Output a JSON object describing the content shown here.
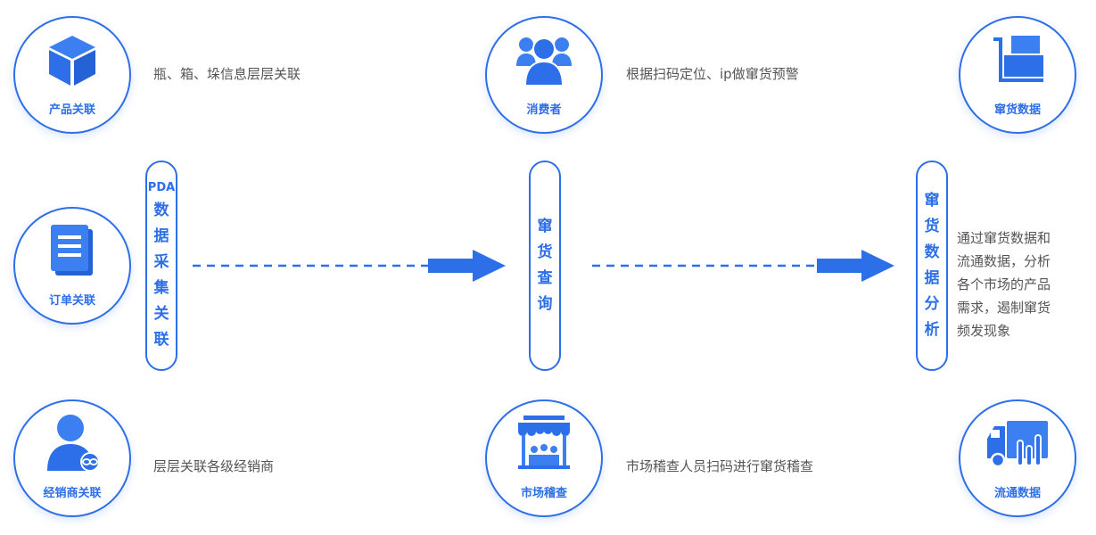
{
  "nodes": {
    "product": {
      "label": "产品关联",
      "desc": "瓶、箱、垛信息层层关联",
      "icon": "cube-icon"
    },
    "order": {
      "label": "订单关联",
      "icon": "document-icon"
    },
    "dealer": {
      "label": "经销商关联",
      "desc": "层层关联各级经销商",
      "icon": "user-link-icon"
    },
    "consumer": {
      "label": "消费者",
      "desc": "根据扫码定位、ip做窜货预警",
      "icon": "users-icon"
    },
    "market": {
      "label": "市场稽查",
      "desc": "市场稽查人员扫码进行窜货稽查",
      "icon": "store-icon"
    },
    "flee_data": {
      "label": "窜货数据",
      "icon": "cart-icon"
    },
    "flow_data": {
      "label": "流通数据",
      "icon": "truck-chart-icon"
    }
  },
  "pills": {
    "pda": {
      "prefix": "PDA",
      "chars": [
        "数",
        "据",
        "采",
        "集",
        "关",
        "联"
      ]
    },
    "query": {
      "chars": [
        "窜",
        "货",
        "查",
        "询"
      ]
    },
    "analysis": {
      "chars": [
        "窜",
        "货",
        "数",
        "据",
        "分",
        "析"
      ]
    }
  },
  "analysis_desc": [
    "通过窜货数据和",
    "流通数据，分析",
    "各个市场的产品",
    "需求，遏制窜货",
    "频发现象"
  ],
  "colors": {
    "primary": "#2d6fe8",
    "text": "#555555"
  }
}
